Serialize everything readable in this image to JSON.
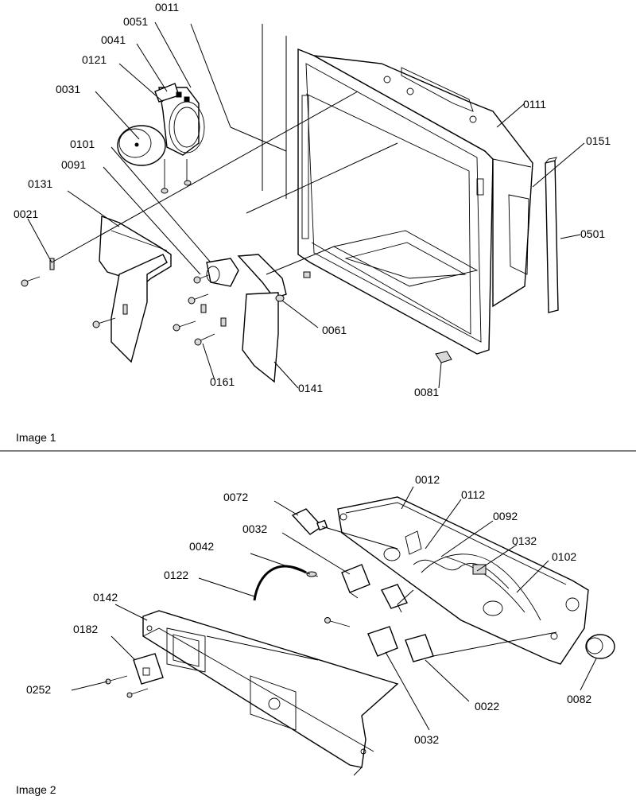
{
  "images": [
    {
      "caption": "Image 1",
      "callouts": [
        "0011",
        "0051",
        "0041",
        "0121",
        "0031",
        "0101",
        "0091",
        "0131",
        "0021",
        "0111",
        "0151",
        "0501",
        "0061",
        "0161",
        "0141",
        "0081"
      ]
    },
    {
      "caption": "Image 2",
      "callouts": [
        "0012",
        "0072",
        "0112",
        "0092",
        "0032",
        "0132",
        "0042",
        "0102",
        "0122",
        "0142",
        "0182",
        "0252",
        "0022",
        "0082",
        "0032"
      ]
    }
  ]
}
